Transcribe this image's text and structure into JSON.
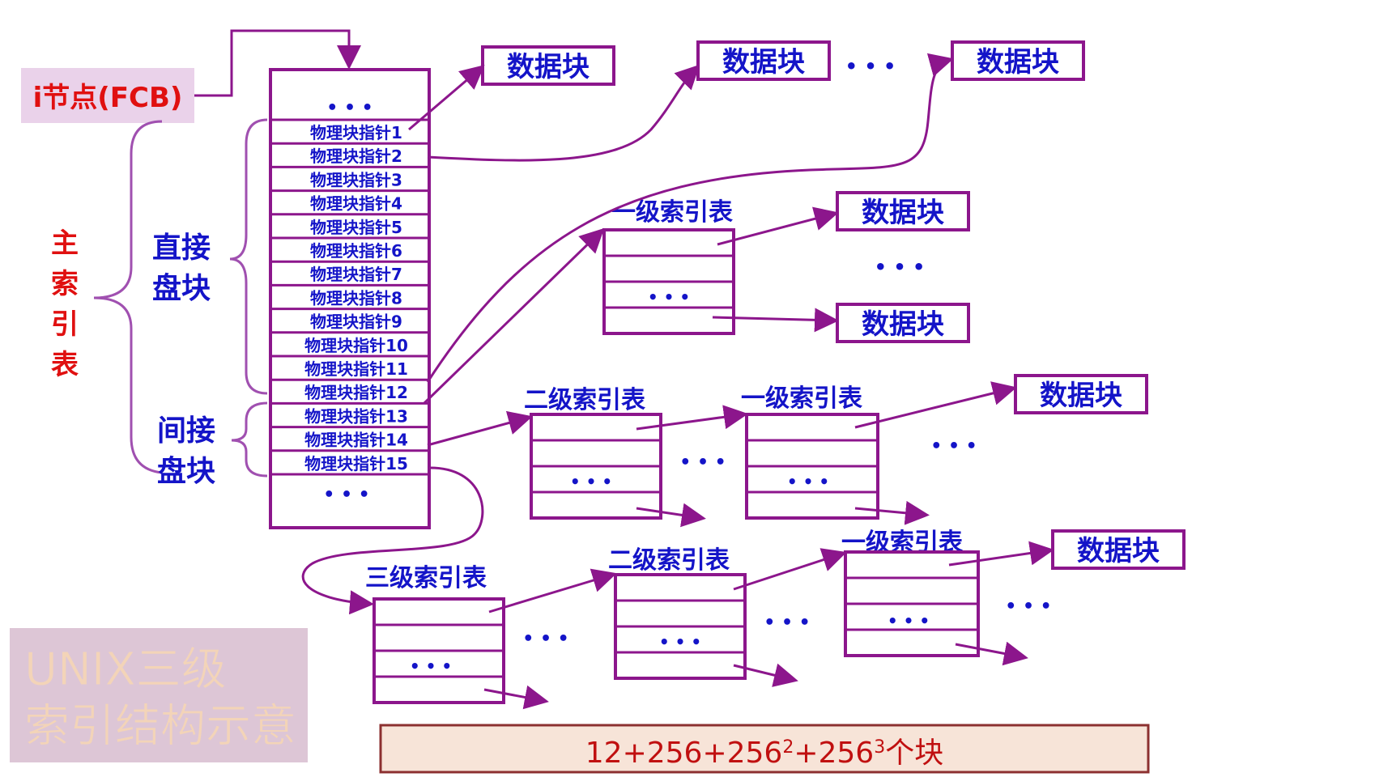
{
  "inode_label": "i节点(FCB)",
  "main_index_label": [
    "主",
    "索",
    "引",
    "表"
  ],
  "direct_label": [
    "直接",
    "盘块"
  ],
  "indirect_label": [
    "间接",
    "盘块"
  ],
  "pointers": [
    "物理块指针1",
    "物理块指针2",
    "物理块指针3",
    "物理块指针4",
    "物理块指针5",
    "物理块指针6",
    "物理块指针7",
    "物理块指针8",
    "物理块指针9",
    "物理块指针10",
    "物理块指针11",
    "物理块指针12",
    "物理块指针13",
    "物理块指针14",
    "物理块指针15"
  ],
  "ellipsis": "• • •",
  "data_block": "数据块",
  "level1": "一级索引表",
  "level2": "二级索引表",
  "level3": "三级索引表",
  "caption": "UNIX三级索引结构示意",
  "formula": {
    "base": "12+256+256",
    "sup1": "2",
    "mid": "+256",
    "sup2": "3",
    "tail": "个块"
  },
  "colors": {
    "purple": "#8c168c",
    "blue": "#1414c8",
    "red": "#e01010",
    "formula_bg": "#f7e4d8",
    "caption_bg": "#ddc6d6",
    "caption_text": "#f3d4b8",
    "inode_bg": "#ead2ea"
  }
}
